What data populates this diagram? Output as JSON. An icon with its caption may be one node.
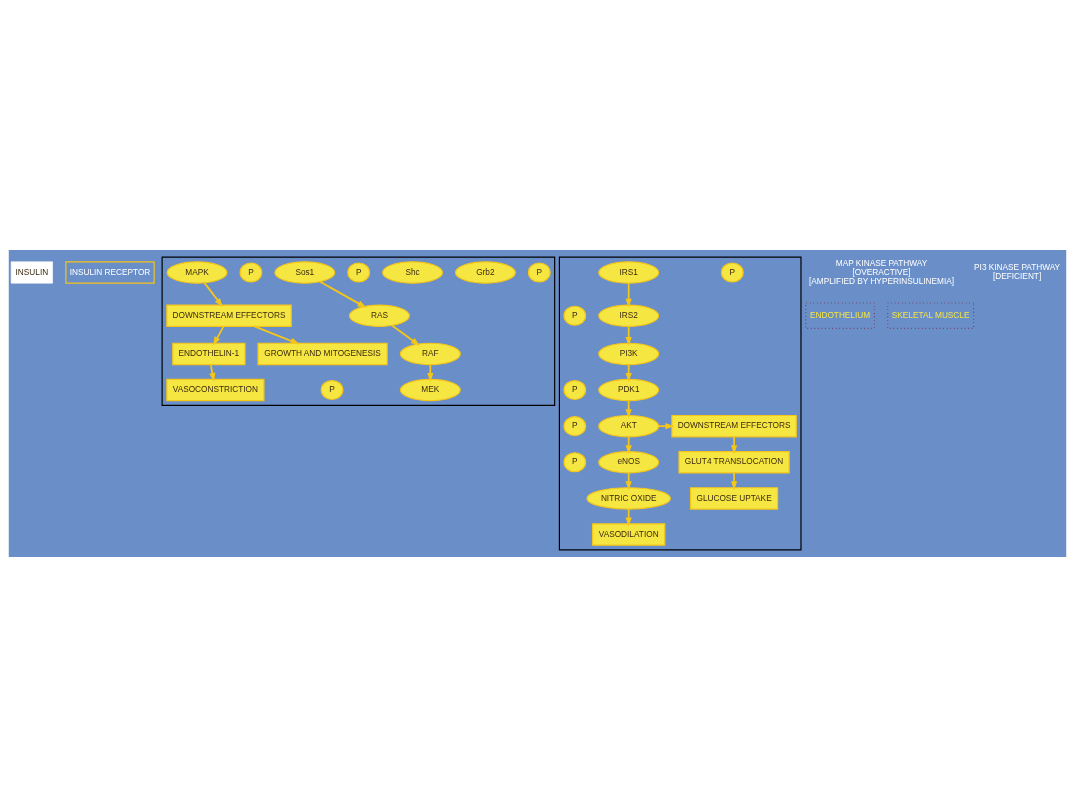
{
  "diagram": {
    "nodes": [
      {
        "text": [
          "INSULIN"
        ]
      },
      {
        "text": [
          "INSULIN RECEPTOR"
        ]
      },
      {
        "text": [],
        "shape": "box"
      },
      {
        "text": [],
        "shape": "box"
      },
      {
        "text": [
          "P"
        ],
        "in": 2
      },
      {
        "text": [
          "Grb2"
        ],
        "in": 2
      },
      {
        "text": [
          "Shc"
        ],
        "in": 2
      },
      {
        "text": [
          "P"
        ],
        "in": 2
      },
      {
        "text": [
          "Sos1"
        ],
        "in": 2
      },
      {
        "text": [
          "RAS"
        ],
        "in": 2
      },
      {
        "text": [
          "RAF"
        ],
        "in": 2
      },
      {
        "text": [
          "MEK"
        ],
        "in": 2
      },
      {
        "text": [
          "P"
        ],
        "in": 2
      },
      {
        "text": [
          "P"
        ],
        "in": 2
      },
      {
        "text": [
          "MAPK"
        ],
        "in": 2
      },
      {
        "text": [
          "DOWNSTREAM EFFECTORS"
        ],
        "in": 2
      },
      {
        "text": [
          "ENDOTHELIN-1"
        ],
        "in": 2
      },
      {
        "text": [
          "GROWTH AND MITOGENESIS"
        ],
        "in": 2
      },
      {
        "text": [
          "VASOCONSTRICTION"
        ],
        "in": 2
      },
      {
        "text": [
          "P"
        ],
        "in": 3
      },
      {
        "text": [
          "IRS1"
        ],
        "in": 3
      },
      {
        "text": [
          "P"
        ],
        "in": 3
      },
      {
        "text": [
          "IRS2"
        ],
        "in": 3
      },
      {
        "text": [
          "PI3K"
        ],
        "in": 3
      },
      {
        "text": [
          "P"
        ],
        "in": 3
      },
      {
        "text": [
          "PDK1"
        ],
        "in": 3
      },
      {
        "text": [
          "P"
        ],
        "in": 3
      },
      {
        "text": [
          "AKT"
        ],
        "in": 3
      },
      {
        "text": [
          "DOWNSTREAM EFFECTORS"
        ],
        "in": 3
      },
      {
        "text": [
          "P"
        ],
        "in": 3
      },
      {
        "text": [
          "eNOS"
        ],
        "in": 3
      },
      {
        "text": [
          "NITRIC OXIDE"
        ],
        "in": 3
      },
      {
        "text": [
          "VASODILATION"
        ],
        "in": 3
      },
      {
        "text": [
          "GLUT4 TRANSLOCATION"
        ],
        "in": 3
      },
      {
        "text": [
          "GLUCOSE UPTAKE"
        ],
        "in": 3
      },
      {
        "text": [
          "ENDOTHELIUM"
        ]
      },
      {
        "text": [
          "SKELETAL MUSCLE"
        ]
      }
    ],
    "edges": [
      {
        "from": 8,
        "to": 9,
        "arrow": "to"
      },
      {
        "from": 9,
        "to": 10,
        "arrow": "to"
      },
      {
        "from": 10,
        "to": 11,
        "arrow": "to"
      },
      {
        "from": 14,
        "to": 15,
        "arrow": "to"
      },
      {
        "from": 15,
        "to": 17,
        "arrow": "to"
      },
      {
        "from": 15,
        "to": 16,
        "arrow": "to"
      },
      {
        "from": 16,
        "to": 18,
        "arrow": "to"
      },
      {
        "from": 20,
        "to": 22,
        "arrow": "to"
      },
      {
        "from": 22,
        "to": 23,
        "arrow": "to"
      },
      {
        "from": 23,
        "to": 25,
        "arrow": "to"
      },
      {
        "from": 25,
        "to": 27,
        "arrow": "to"
      },
      {
        "from": 27,
        "to": 28,
        "arrow": "to"
      },
      {
        "from": 27,
        "to": 30,
        "arrow": "to"
      },
      {
        "from": 28,
        "to": 33,
        "arrow": "to"
      },
      {
        "from": 30,
        "to": 31,
        "arrow": "to"
      },
      {
        "from": 31,
        "to": 32,
        "arrow": "to"
      },
      {
        "from": 33,
        "to": 34,
        "arrow": "to"
      }
    ],
    "labels": [
      "MAP KINASE PATHWAY [OVERACTIVE] [AMPLIFIED BY HYPERINSULINEMIA]",
      "PI3 KINASE PATHWAY [DEFICIENT]"
    ]
  }
}
